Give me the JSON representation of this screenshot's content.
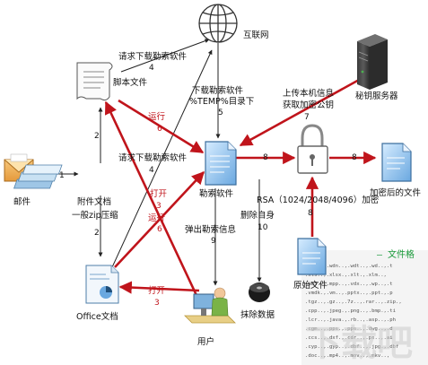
{
  "nodes": {
    "internet": "互联网",
    "mail": "邮件",
    "script_file": "脚本文件",
    "attachment": "附件文档",
    "zip": "一般zip压缩",
    "office": "Office文档",
    "ransomware": "勒索软件",
    "key_server": "秘钥服务器",
    "original": "原始文件",
    "encrypted": "加密后的文件",
    "erase": "抹除数据",
    "user": "用户",
    "file_format": "— 文件格"
  },
  "edges": {
    "request_download_top": "请求下载勒索软件",
    "n4_top": "4",
    "download_to_temp_1": "下载勒索软件",
    "download_to_temp_2": "%TEMP%目录下",
    "n5": "5",
    "upload_1": "上传本机信息",
    "upload_2": "获取加密公钥",
    "n7": "7",
    "n1": "1",
    "n2_top": "2",
    "n2_bottom": "2",
    "run_top": "运行",
    "n6_top": "6",
    "request_download_mid": "请求下载勒索软件",
    "n4_mid": "4",
    "open_mid": "打开",
    "n3_mid": "3",
    "run_mid": "运行",
    "n6_mid": "6",
    "popup": "弹出勒索信息",
    "n9": "9",
    "delete_self": "删除自身",
    "n10": "10",
    "rsa": "RSA（1024/2048/4096）加密",
    "n8_a": "8",
    "n8_b": "8",
    "n8_c": "8",
    "open_bottom": "打开",
    "n3_bottom": "3"
  },
  "file_format_lines": [
    ".wdu..,.wdn..,.wdt..,.wd..,.t",
    ".xls..,.xlsx.,.xlt.,.xlm..,",
    ".wb3..,.mpp..,.vdx..,.wp..,.t",
    ".vmdk.,.vm..,.pptx..,.ppt.,.p",
    ".tgz..,.gz..,.7z..,.rar..,.zip.,",
    ".cpp..,.jpeg.,.png..,.bmp.,.ti",
    ".lcr..,.java.,.rb..,.asp..,.ph",
    ".cgm..,.pps.,.pps..,.dwg..,.d",
    ".ccs..,.dxf.,.cdr..,.ps..,.ai",
    ".cyp..,.gyp..,.dbf..,.jpg.,.dbf",
    ".doc..,.mp4..,.mov..,.mkv..,"
  ],
  "watermark": "下载吧",
  "colors": {
    "red_arrow": "#c0141b",
    "black_arrow": "#222222",
    "accent_green": "#1a9a3a"
  }
}
